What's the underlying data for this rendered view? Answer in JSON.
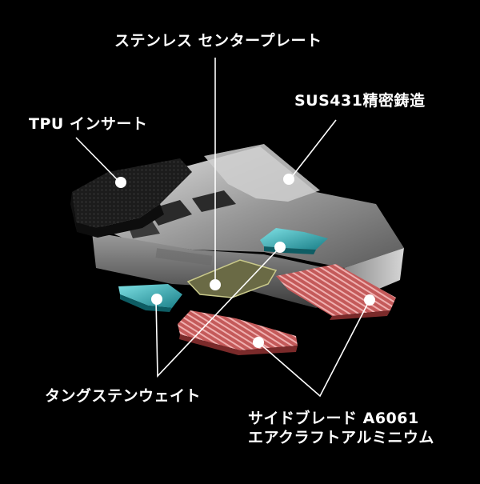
{
  "labels": {
    "center_plate": "ステンレス センタープレート",
    "sus": "SUS431精密鋳造",
    "tpu": "TPU インサート",
    "tungsten": "タングステンウェイト",
    "side_blade_line1": "サイドブレード A6061",
    "side_blade_line2": "エアクラフトアルミニウム"
  },
  "colors": {
    "background": "#000000",
    "leader_line": "#ffffff",
    "steel": "#b8b8b8",
    "tpu": "#2a2a2a",
    "tungsten": "#2bb0b8",
    "aluminum": "#d06a6a",
    "center_plate": "#7a7a50"
  }
}
